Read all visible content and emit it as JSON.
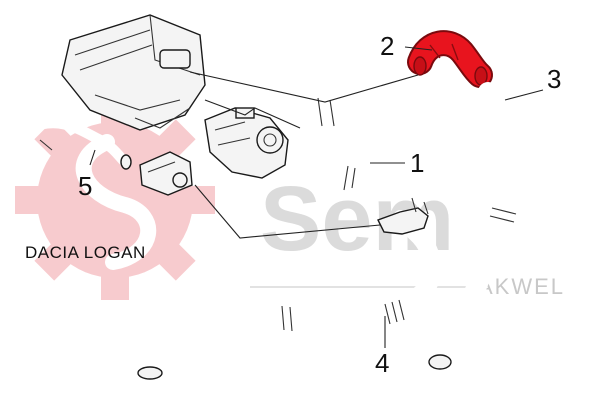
{
  "diagram": {
    "callouts": [
      {
        "id": "1",
        "label": "1"
      },
      {
        "id": "2",
        "label": "2"
      },
      {
        "id": "3",
        "label": "3"
      },
      {
        "id": "4",
        "label": "4"
      },
      {
        "id": "5",
        "label": "5"
      }
    ],
    "model_label": "DACIA LOGAN",
    "highlight_part": "2",
    "highlight_color": "#e8141e",
    "watermark": {
      "logo_color": "#f7c6c9",
      "word": "Sem",
      "brand": "AKWEL",
      "text_color": "#cfcfcf"
    }
  }
}
